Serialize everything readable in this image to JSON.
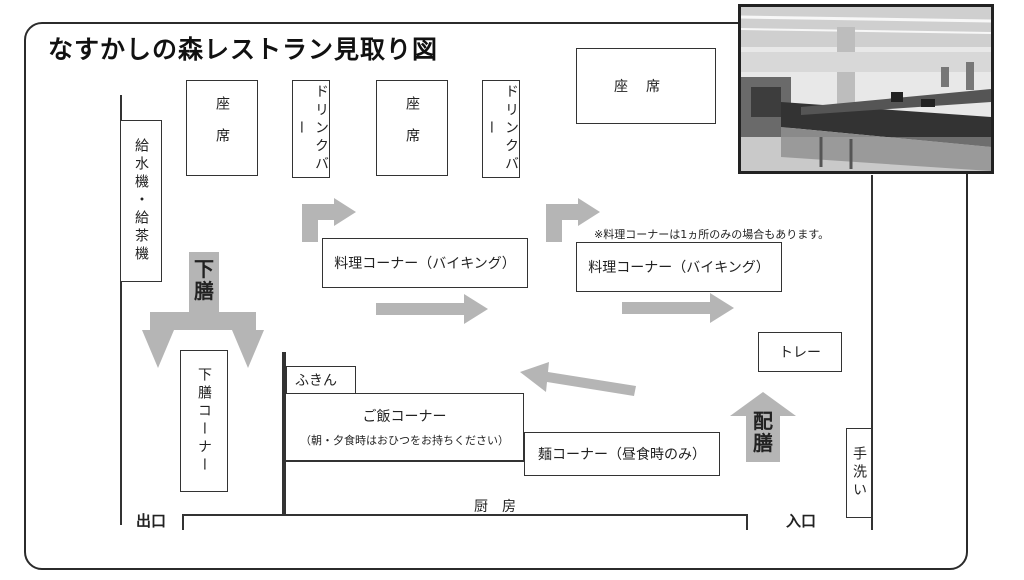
{
  "title": "なすかしの森レストラン見取り図",
  "areas": {
    "water": "給水機・給茶機",
    "seat1": "座席",
    "drink1": "ドリンクバー",
    "seat2": "座席",
    "drink2": "ドリンクバー",
    "seat3": "座席",
    "cook1": "料理コーナー（バイキング）",
    "cook2": "料理コーナー（バイキング）",
    "tray": "トレー",
    "return_corner": "下膳コーナー",
    "fukin": "ふきん",
    "rice_title": "ご飯コーナー",
    "rice_note": "（朝・夕食時はおひつをお持ちください）",
    "noodle": "麺コーナー（昼食時のみ）",
    "wash": "手洗い",
    "kitchen": "厨　房"
  },
  "signs": {
    "return_sign": "下膳",
    "serve_sign": "配膳",
    "exit": "出口",
    "entrance": "入口"
  },
  "note": "※料理コーナーは1ヵ所のみの場合もあります。",
  "colors": {
    "arrow": "#b5b5b5",
    "line": "#333333"
  }
}
